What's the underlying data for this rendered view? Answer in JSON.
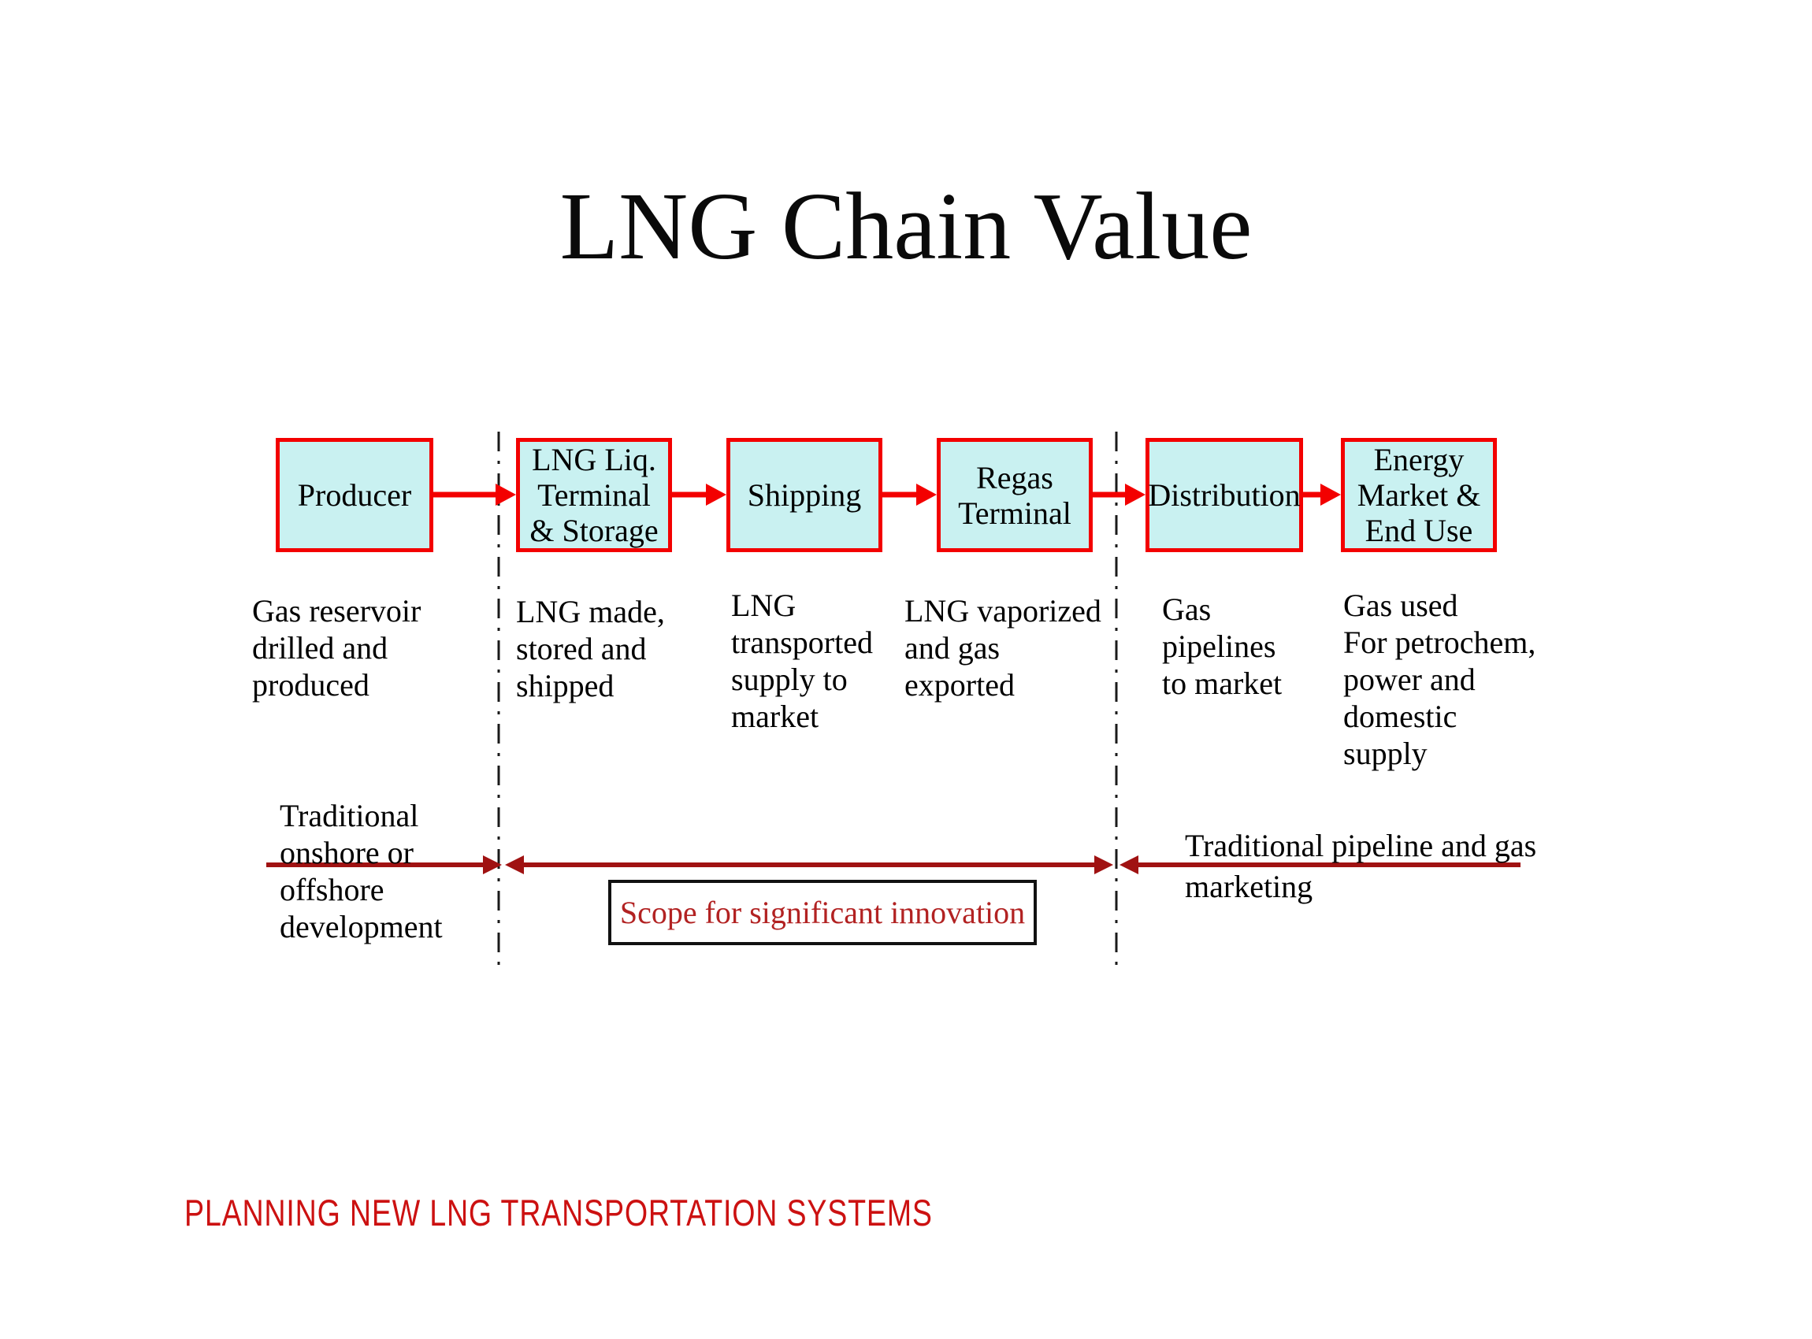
{
  "title": "LNG Chain Value",
  "chain": {
    "boxes": [
      {
        "label": "Producer",
        "description": "Gas reservoir\ndrilled and\nproduced"
      },
      {
        "label": "LNG Liq.\nTerminal\n& Storage",
        "description": "LNG made,\nstored and\nshipped"
      },
      {
        "label": "Shipping",
        "description": "LNG\ntransported\nsupply to\nmarket"
      },
      {
        "label": "Regas\nTerminal",
        "description": "LNG vaporized\nand gas\nexported"
      },
      {
        "label": "Distribution",
        "description": "Gas\npipelines\nto market"
      },
      {
        "label": "Energy\nMarket &\nEnd Use",
        "description": "Gas used\nFor petrochem,\npower and\ndomestic\nsupply"
      }
    ]
  },
  "annotations": {
    "left_segment_label": "Traditional\nonshore or\noffshore\ndevelopment",
    "scope_label": "Scope for significant innovation",
    "right_segment_label": "Traditional pipeline and gas\nmarketing"
  },
  "footer": "PLANNING NEW LNG TRANSPORTATION SYSTEMS",
  "colors": {
    "box_fill": "#c9f1f1",
    "box_border": "#f30000",
    "arrow_red": "#f30000",
    "dark_red": "#a01212",
    "scope_text": "#b22222",
    "footer_red": "#cc1111",
    "divider_black": "#1a1a1a"
  }
}
